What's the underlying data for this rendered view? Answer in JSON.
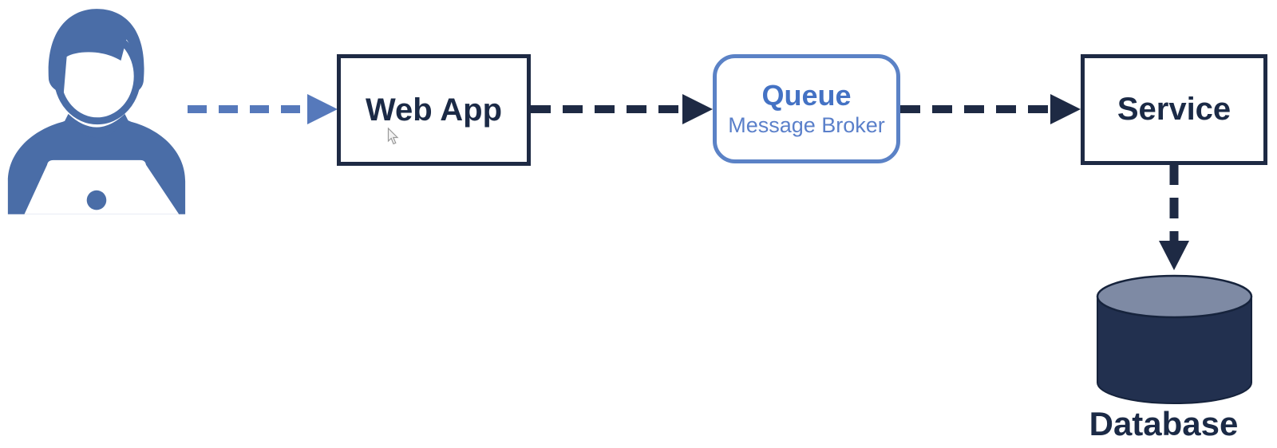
{
  "diagram": {
    "type": "architecture-flow",
    "nodes": {
      "user": {
        "name": "user-at-laptop"
      },
      "web_app": {
        "label": "Web App"
      },
      "queue": {
        "label": "Queue",
        "sublabel": "Message Broker"
      },
      "service": {
        "label": "Service"
      },
      "database": {
        "label": "Database"
      }
    },
    "edges": [
      {
        "from": "user",
        "to": "web_app",
        "style": "dashed-arrow",
        "color": "#5679bb"
      },
      {
        "from": "web_app",
        "to": "queue",
        "style": "dashed-arrow",
        "color": "#1e2a44"
      },
      {
        "from": "queue",
        "to": "service",
        "style": "dashed-arrow",
        "color": "#1e2a44"
      },
      {
        "from": "service",
        "to": "database",
        "style": "dashed-arrow",
        "color": "#1e2a44"
      }
    ],
    "colors": {
      "navy": "#1e2a44",
      "navy_text": "#1b2a46",
      "queue_border": "#5b82c6",
      "queue_title": "#4472c4",
      "queue_subtitle": "#5b80ca",
      "user_blue": "#4a6da7",
      "arrow_blue": "#5679bb",
      "db_top": "#7e8aa4",
      "db_body": "#22304f",
      "db_outline": "#16233c",
      "background": "#ffffff"
    }
  },
  "cursor": {
    "type": "arrow-pointer"
  }
}
